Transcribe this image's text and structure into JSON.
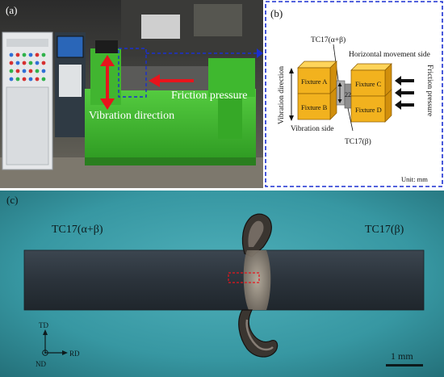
{
  "colors": {
    "machine_green": "#3dbb2e",
    "arrow_red": "#e8141c",
    "dashed_blue": "#1a2fd0",
    "fixture_yellow": "#f2b21e",
    "sample_grey": "#a3a3a3",
    "backdrop_teal": "#2f8f9c"
  },
  "panel_a": {
    "label": "(a)",
    "vibration_label": "Vibration direction",
    "pressure_label": "Friction pressure"
  },
  "panel_b": {
    "label": "(b)",
    "tc_top": "TC17(α+β)",
    "tc_bottom": "TC17(β)",
    "horizontal_side": "Horizontal movement side",
    "vibration_direction": "Vibration direction",
    "vibration_side": "Vibration side",
    "friction_pressure": "Friction pressure",
    "fixture_a": "Fixture A",
    "fixture_b": "Fixture B",
    "fixture_c": "Fixture C",
    "fixture_d": "Fixture D",
    "dimension": "22",
    "unit": "Unit: mm"
  },
  "panel_c": {
    "label": "(c)",
    "left_material": "TC17(α+β)",
    "right_material": "TC17(β)",
    "axis_td": "TD",
    "axis_rd": "RD",
    "axis_nd": "ND",
    "scale_bar": "1 mm"
  }
}
